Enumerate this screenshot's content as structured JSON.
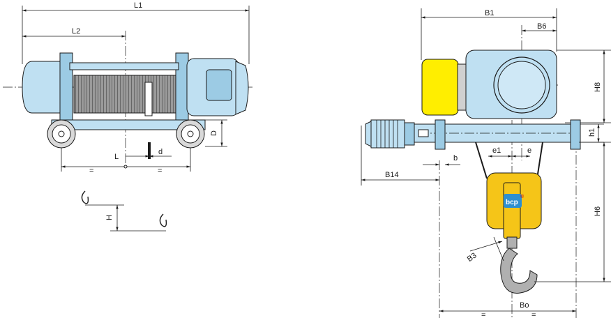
{
  "labels": {
    "L1": "L1",
    "L2": "L2",
    "L": "L",
    "d": "d",
    "D": "D",
    "eq": "=",
    "H": "H",
    "B1": "B1",
    "B6": "B6",
    "H8": "H8",
    "h1": "h1",
    "e1": "e1",
    "e": "e",
    "b": "b",
    "B14": "B14",
    "H6": "H6",
    "B3": "B3",
    "Bo": "Bo"
  },
  "logo": {
    "text": "bcp",
    "mark": "®"
  },
  "colors": {
    "body": "#bfe0f2",
    "block": "#ffee00",
    "hook": "#f5c518",
    "steel": "#b0b0b0"
  }
}
